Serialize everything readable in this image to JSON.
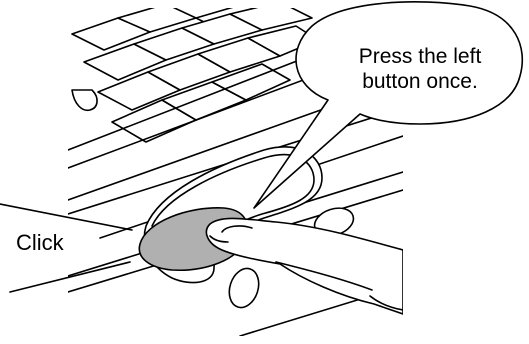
{
  "callout": {
    "text": "Press the left button once."
  },
  "annotation": {
    "click_label": "Click"
  },
  "illustration": {
    "subject": "finger pressing left touchpad button",
    "highlighted_button_color": "#b0b0b0",
    "line_color": "#000000",
    "background_color": "#ffffff"
  }
}
